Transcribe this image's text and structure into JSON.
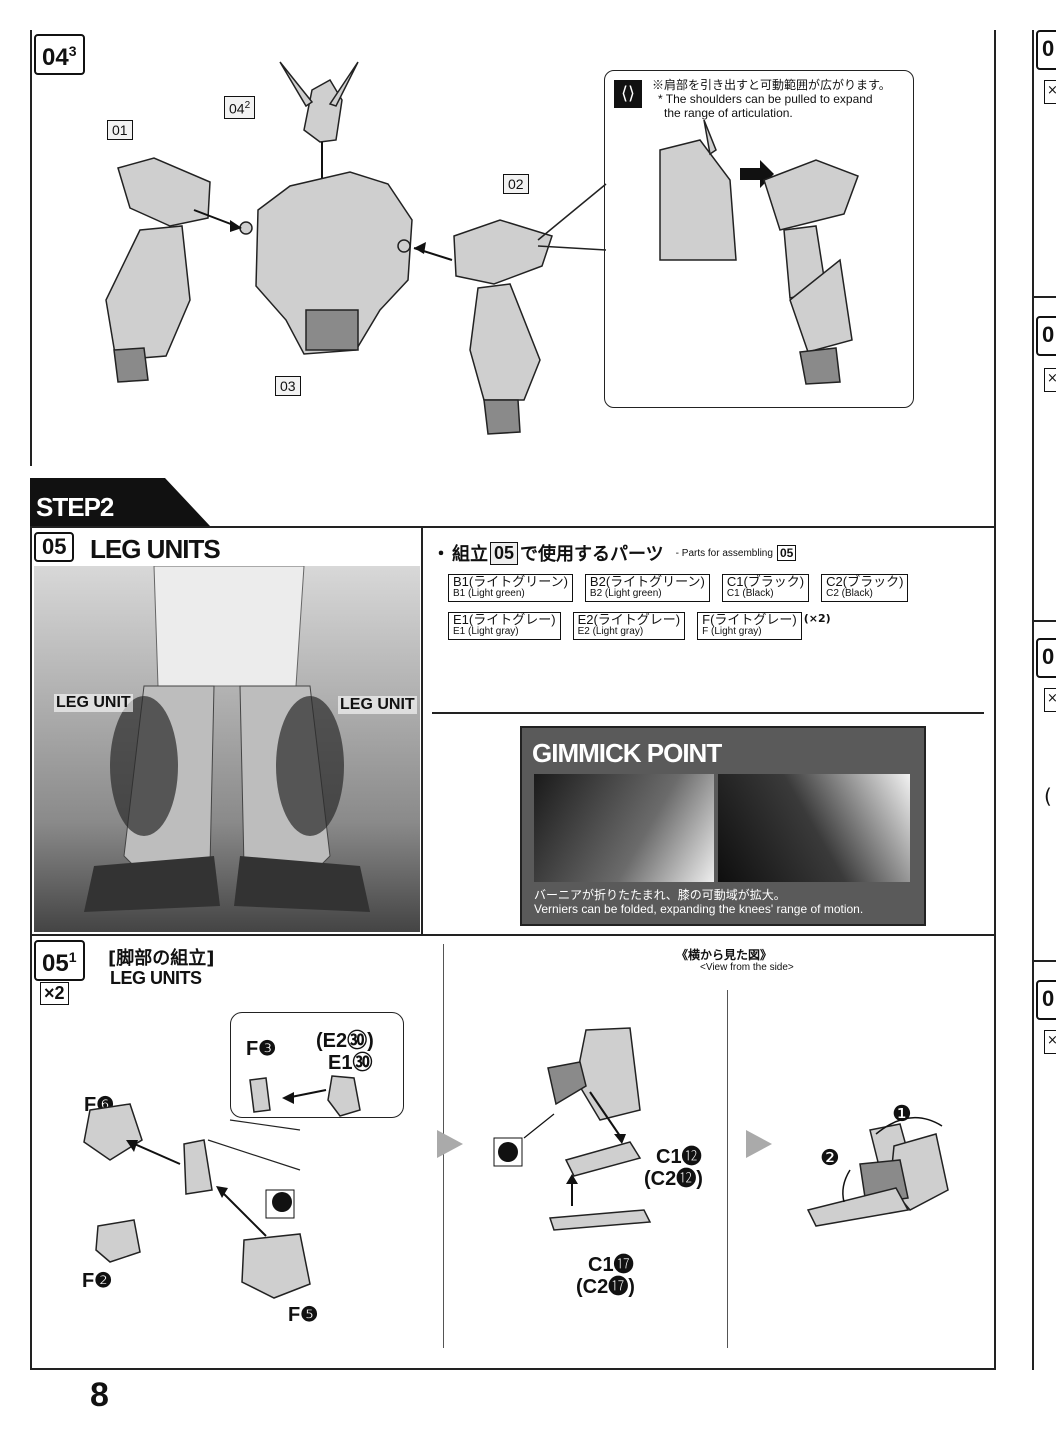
{
  "step_04_3": {
    "tag": "04",
    "tag_sup": "3",
    "ref_tag": "04",
    "ref_tag_sup": "2",
    "parts": [
      "01",
      "02",
      "03"
    ],
    "callout": {
      "jp": "※肩部を引き出すと可動範囲が広がります。",
      "en_line1": "* The shoulders can be pulled to expand",
      "en_line2": "the range of articulation."
    }
  },
  "step2_banner": "STEP2",
  "step_05": {
    "tag": "05",
    "title": "LEG UNITS",
    "leg_label_left": "LEG UNIT",
    "leg_label_right": "LEG UNIT",
    "parts_heading": {
      "bullet": "・",
      "jp_prefix": "組立",
      "tag": "05",
      "jp_suffix": "で使用するパーツ",
      "en": "- Parts for assembling",
      "en_tag": "05"
    },
    "parts_row1": [
      {
        "jp": "B1(ライトグリーン)",
        "en": "B1 (Light green)"
      },
      {
        "jp": "B2(ライトグリーン)",
        "en": "B2 (Light green)"
      },
      {
        "jp": "C1(ブラック)",
        "en": "C1 (Black)"
      },
      {
        "jp": "C2(ブラック)",
        "en": "C2 (Black)"
      }
    ],
    "parts_row2": [
      {
        "jp": "E1(ライトグレー)",
        "en": "E1 (Light gray)"
      },
      {
        "jp": "E2(ライトグレー)",
        "en": "E2 (Light gray)"
      },
      {
        "jp": "F(ライトグレー)",
        "en": "F (Light gray)"
      }
    ],
    "parts_row2_multiplier": "(×2)",
    "gimmick": {
      "title": "GIMMICK POINT",
      "caption_jp": "バーニアが折りたたまれ、膝の可動域が拡大。",
      "caption_en": "Verniers can be folded, expanding the knees' range of motion."
    }
  },
  "step_05_1": {
    "tag": "05",
    "tag_sup": "1",
    "title_jp": "[脚部の組立]",
    "title_en": "LEG UNITS",
    "multiplier": "×2",
    "labels": {
      "f3": "F❸",
      "e2_30": "(E2㉚)",
      "e1_30": "E1㉚",
      "f6": "F❻",
      "f2": "F❷",
      "f5": "F❺",
      "c1_12": "C1⓬",
      "c2_12": "(C2⓬)",
      "c1_17": "C1⓱",
      "c2_17": "(C2⓱)"
    },
    "side_view_jp": "《横から見た図》",
    "side_view_en": "<View from the side>",
    "step_badge_1": "❶",
    "step_badge_2": "❷"
  },
  "right_column_tags": [
    "0",
    "0",
    "0",
    "0"
  ],
  "right_column_x": "×",
  "right_column_paren": "(",
  "page_number": "8"
}
